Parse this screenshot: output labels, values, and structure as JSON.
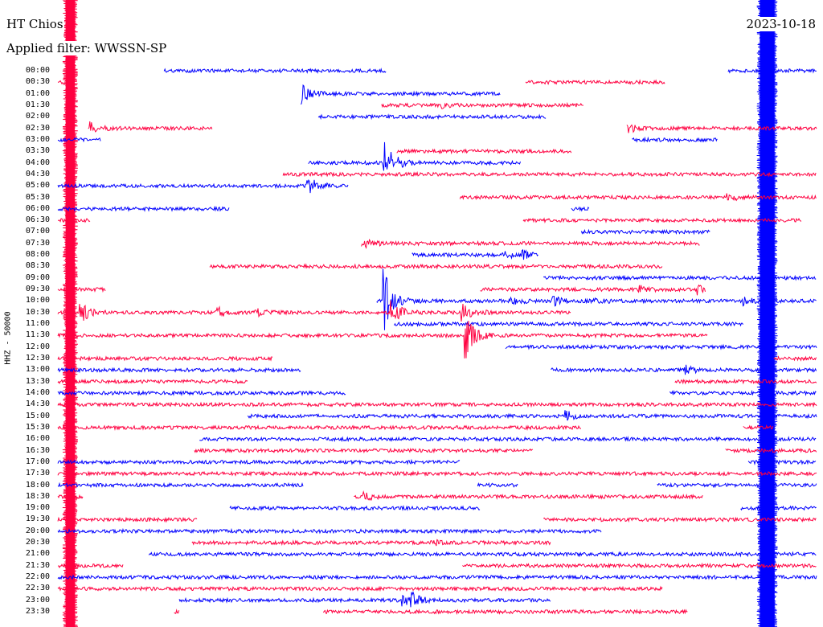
{
  "header": {
    "station": "HT Chios",
    "date": "2023-10-18",
    "filter": "Applied filter: WWSSN-SP"
  },
  "chart_data": {
    "type": "line",
    "title": "HT Chios",
    "ylabel": "HHZ - 50000",
    "row_minutes": 30,
    "colors": {
      "hour": "#0000ff",
      "half": "#ff0040"
    },
    "rows": [
      {
        "label": "00:00",
        "segments": [
          [
            4.2,
            13.0
          ],
          [
            26.5,
            30
          ]
        ],
        "events": []
      },
      {
        "label": "00:30",
        "segments": [
          [
            0,
            0.2
          ],
          [
            18.5,
            24
          ]
        ],
        "events": []
      },
      {
        "label": "01:00",
        "segments": [
          [
            9.6,
            17.5
          ]
        ],
        "events": [
          [
            9.6,
            12
          ]
        ]
      },
      {
        "label": "01:30",
        "segments": [
          [
            12.8,
            20.8
          ]
        ],
        "events": [
          [
            15.1,
            4
          ]
        ]
      },
      {
        "label": "02:00",
        "segments": [
          [
            10.3,
            19.3
          ]
        ],
        "events": []
      },
      {
        "label": "02:30",
        "segments": [
          [
            1.2,
            6.1
          ],
          [
            22.5,
            30
          ]
        ],
        "events": [
          [
            1.2,
            8
          ],
          [
            22.5,
            6
          ]
        ]
      },
      {
        "label": "03:00",
        "segments": [
          [
            0,
            1.7
          ],
          [
            22.7,
            26.1
          ]
        ],
        "events": []
      },
      {
        "label": "03:30",
        "segments": [
          [
            13.4,
            20.3
          ]
        ],
        "events": []
      },
      {
        "label": "04:00",
        "segments": [
          [
            9.9,
            18.3
          ]
        ],
        "events": [
          [
            12.9,
            30
          ]
        ]
      },
      {
        "label": "04:30",
        "segments": [
          [
            8.9,
            30
          ]
        ],
        "events": []
      },
      {
        "label": "05:00",
        "segments": [
          [
            0,
            11.5
          ]
        ],
        "events": [
          [
            9.9,
            12
          ]
        ]
      },
      {
        "label": "05:30",
        "segments": [
          [
            15.9,
            30
          ]
        ],
        "events": [
          [
            26.5,
            4
          ]
        ]
      },
      {
        "label": "06:00",
        "segments": [
          [
            0,
            6.8
          ],
          [
            20.3,
            21
          ]
        ],
        "events": []
      },
      {
        "label": "06:30",
        "segments": [
          [
            0,
            1.3
          ],
          [
            18.4,
            29.4
          ]
        ],
        "events": []
      },
      {
        "label": "07:00",
        "segments": [
          [
            20.7,
            25.8
          ]
        ],
        "events": []
      },
      {
        "label": "07:30",
        "segments": [
          [
            12,
            25.4
          ]
        ],
        "events": [
          [
            12,
            8
          ]
        ]
      },
      {
        "label": "08:00",
        "segments": [
          [
            14,
            19
          ]
        ],
        "events": [
          [
            17.6,
            5
          ],
          [
            18.4,
            4
          ]
        ]
      },
      {
        "label": "08:30",
        "segments": [
          [
            6,
            23.9
          ]
        ],
        "events": []
      },
      {
        "label": "09:00",
        "segments": [
          [
            19.2,
            30
          ]
        ],
        "events": []
      },
      {
        "label": "09:30",
        "segments": [
          [
            0,
            1.9
          ],
          [
            16.7,
            25.6
          ]
        ],
        "events": [
          [
            23,
            5
          ],
          [
            25.3,
            5
          ]
        ]
      },
      {
        "label": "10:00",
        "segments": [
          [
            12.6,
            30
          ]
        ],
        "events": [
          [
            12.9,
            40
          ],
          [
            17.9,
            5
          ],
          [
            19.6,
            5
          ],
          [
            21.2,
            4
          ],
          [
            27.1,
            4
          ]
        ]
      },
      {
        "label": "10:30",
        "segments": [
          [
            0,
            20.3
          ]
        ],
        "events": [
          [
            0.9,
            12
          ],
          [
            6.3,
            6
          ],
          [
            7.8,
            6
          ],
          [
            13.2,
            14
          ],
          [
            16,
            12
          ]
        ]
      },
      {
        "label": "11:00",
        "segments": [
          [
            13.3,
            27.1
          ]
        ],
        "events": []
      },
      {
        "label": "11:30",
        "segments": [
          [
            0,
            25.7
          ]
        ],
        "events": [
          [
            16.1,
            30
          ]
        ]
      },
      {
        "label": "12:00",
        "segments": [
          [
            17.7,
            30
          ]
        ],
        "events": []
      },
      {
        "label": "12:30",
        "segments": [
          [
            0,
            8.5
          ],
          [
            28.3,
            30
          ]
        ],
        "events": []
      },
      {
        "label": "13:00",
        "segments": [
          [
            0,
            9.6
          ],
          [
            19.5,
            30
          ]
        ],
        "events": [
          [
            24.8,
            6
          ]
        ]
      },
      {
        "label": "13:30",
        "segments": [
          [
            0,
            7.5
          ],
          [
            24.4,
            30
          ]
        ],
        "events": []
      },
      {
        "label": "14:00",
        "segments": [
          [
            0,
            11.4
          ],
          [
            24.2,
            30
          ]
        ],
        "events": []
      },
      {
        "label": "14:30",
        "segments": [
          [
            0,
            30
          ]
        ],
        "events": []
      },
      {
        "label": "15:00",
        "segments": [
          [
            7.5,
            30
          ]
        ],
        "events": [
          [
            20.1,
            6
          ]
        ]
      },
      {
        "label": "15:30",
        "segments": [
          [
            0,
            20.7
          ],
          [
            27.1,
            28.3
          ]
        ],
        "events": []
      },
      {
        "label": "16:00",
        "segments": [
          [
            5.6,
            30
          ]
        ],
        "events": []
      },
      {
        "label": "16:30",
        "segments": [
          [
            5.4,
            18.8
          ],
          [
            26.4,
            30
          ]
        ],
        "events": []
      },
      {
        "label": "17:00",
        "segments": [
          [
            0,
            15.9
          ],
          [
            27.3,
            30
          ]
        ],
        "events": []
      },
      {
        "label": "17:30",
        "segments": [
          [
            0,
            30
          ]
        ],
        "events": []
      },
      {
        "label": "18:00",
        "segments": [
          [
            0,
            9.7
          ],
          [
            16.6,
            18.2
          ],
          [
            23.7,
            30
          ]
        ],
        "events": []
      },
      {
        "label": "18:30",
        "segments": [
          [
            0,
            1
          ],
          [
            11.7,
            25.5
          ]
        ],
        "events": [
          [
            12.1,
            5
          ]
        ]
      },
      {
        "label": "19:00",
        "segments": [
          [
            6.8,
            16.7
          ],
          [
            27,
            30
          ]
        ],
        "events": []
      },
      {
        "label": "19:30",
        "segments": [
          [
            0,
            5.5
          ],
          [
            19.2,
            30
          ]
        ],
        "events": []
      },
      {
        "label": "20:00",
        "segments": [
          [
            0,
            21.5
          ]
        ],
        "events": []
      },
      {
        "label": "20:30",
        "segments": [
          [
            5.3,
            19.5
          ]
        ],
        "events": [
          [
            14.8,
            3
          ]
        ]
      },
      {
        "label": "21:00",
        "segments": [
          [
            3.6,
            30
          ]
        ],
        "events": []
      },
      {
        "label": "21:30",
        "segments": [
          [
            0,
            2.6
          ],
          [
            16,
            30
          ]
        ],
        "events": []
      },
      {
        "label": "22:00",
        "segments": [
          [
            0,
            30
          ]
        ],
        "events": []
      },
      {
        "label": "22:30",
        "segments": [
          [
            0,
            23.9
          ]
        ],
        "events": []
      },
      {
        "label": "23:00",
        "segments": [
          [
            4.8,
            19.5
          ]
        ],
        "events": [
          [
            13.6,
            7
          ],
          [
            14.0,
            7
          ]
        ]
      },
      {
        "label": "23:30",
        "segments": [
          [
            4.6,
            4.8
          ],
          [
            10.5,
            24.9
          ]
        ],
        "events": []
      }
    ],
    "high_amplitude_bands": [
      {
        "minute_start": 0.25,
        "minute_end": 0.73,
        "color": "#ff0040"
      },
      {
        "minute_start": 27.7,
        "minute_end": 28.4,
        "color": "#0000ff"
      }
    ]
  }
}
